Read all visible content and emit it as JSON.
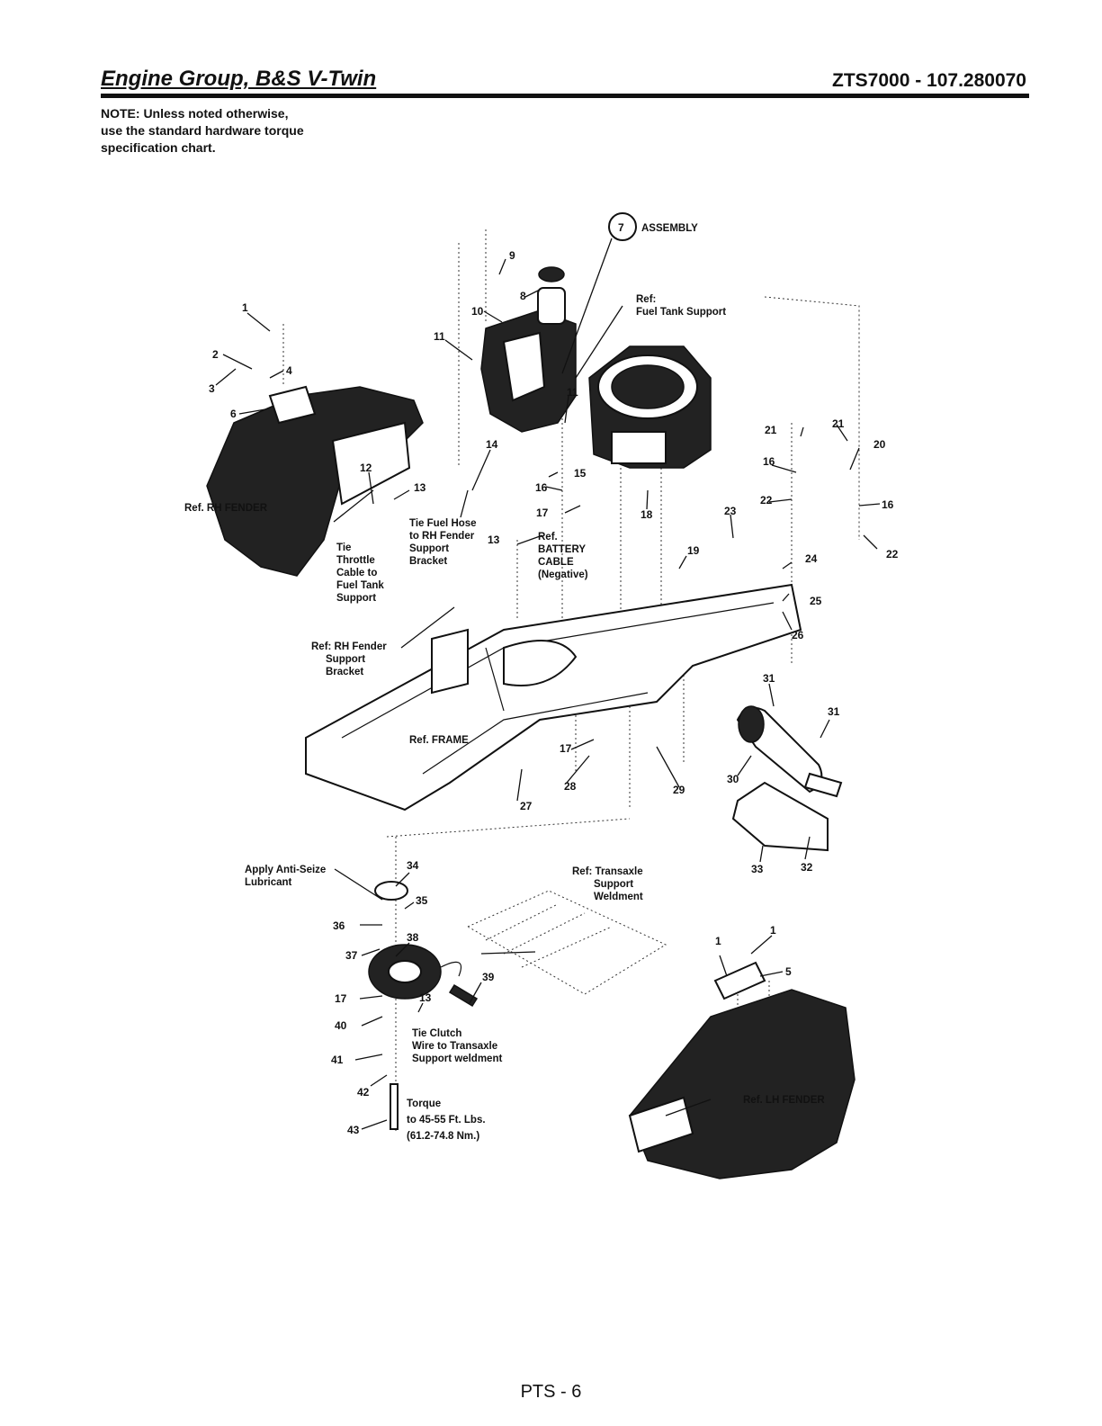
{
  "header": {
    "title": "Engine Group, B&S V-Twin",
    "model": "ZTS7000 - 107.280070"
  },
  "note": {
    "line1": "NOTE: Unless noted otherwise,",
    "line2": "use the standard hardware torque",
    "line3": "specification chart."
  },
  "callouts": [
    "1",
    "2",
    "3",
    "4",
    "6",
    "7",
    "8",
    "9",
    "10",
    "11",
    "11",
    "12",
    "13",
    "13",
    "14",
    "15",
    "16",
    "17",
    "18",
    "19",
    "20",
    "21",
    "21",
    "22",
    "22",
    "16",
    "16",
    "23",
    "24",
    "25",
    "26",
    "27",
    "28",
    "29",
    "30",
    "31",
    "31",
    "32",
    "33",
    "17",
    "34",
    "35",
    "36",
    "37",
    "38",
    "39",
    "13",
    "17",
    "40",
    "41",
    "42",
    "43",
    "1",
    "1",
    "5"
  ],
  "references": {
    "assembly": "ASSEMBLY",
    "fuel_tank_support": [
      "Ref:",
      "Fuel Tank Support"
    ],
    "rh_fender": "Ref. RH FENDER",
    "tie_throttle": [
      "Tie",
      "Throttle",
      "Cable to",
      "Fuel Tank",
      "Support"
    ],
    "tie_fuel_hose": [
      "Tie Fuel Hose",
      "to RH Fender",
      "Support",
      "Bracket"
    ],
    "battery_cable": [
      "Ref.",
      "BATTERY",
      "CABLE",
      "(Negative)"
    ],
    "rh_fender_support": [
      "Ref: RH Fender",
      "Support",
      "Bracket"
    ],
    "frame": "Ref. FRAME",
    "anti_seize": [
      "Apply Anti-Seize",
      "Lubricant"
    ],
    "transaxle_support": [
      "Ref: Transaxle",
      "Support",
      "Weldment"
    ],
    "tie_clutch": [
      "Tie Clutch",
      "Wire to Transaxle",
      "Support weldment"
    ],
    "torque": [
      "Torque",
      "to 45-55 Ft. Lbs.",
      "(61.2-74.8 Nm.)"
    ],
    "lh_fender": "Ref. LH FENDER"
  },
  "footer": {
    "page": "PTS - 6"
  }
}
